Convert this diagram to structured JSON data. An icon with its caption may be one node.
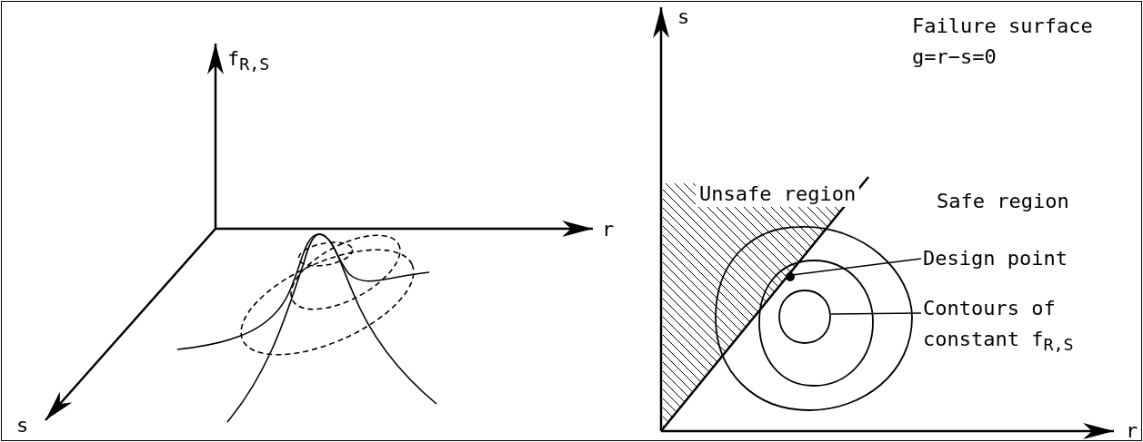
{
  "diagram": {
    "nodes": [
      {
        "text": [
          "Design point"
        ]
      },
      {
        "text": [],
        "shape": "circle"
      },
      {
        "text": [
          "Contours of constant f$_{R,S}$"
        ]
      },
      {
        "text": [],
        "shape": "circle"
      }
    ],
    "edges": [
      {
        "from": 0,
        "to": 1,
        "arrow": "none"
      },
      {
        "from": 2,
        "to": 3,
        "arrow": "none"
      }
    ],
    "labels": [
      "f$_{R,S}$",
      "r",
      "s",
      "s",
      "r",
      "Failure surface g=r−s=0",
      "Unsafe region",
      "Safe region"
    ]
  }
}
